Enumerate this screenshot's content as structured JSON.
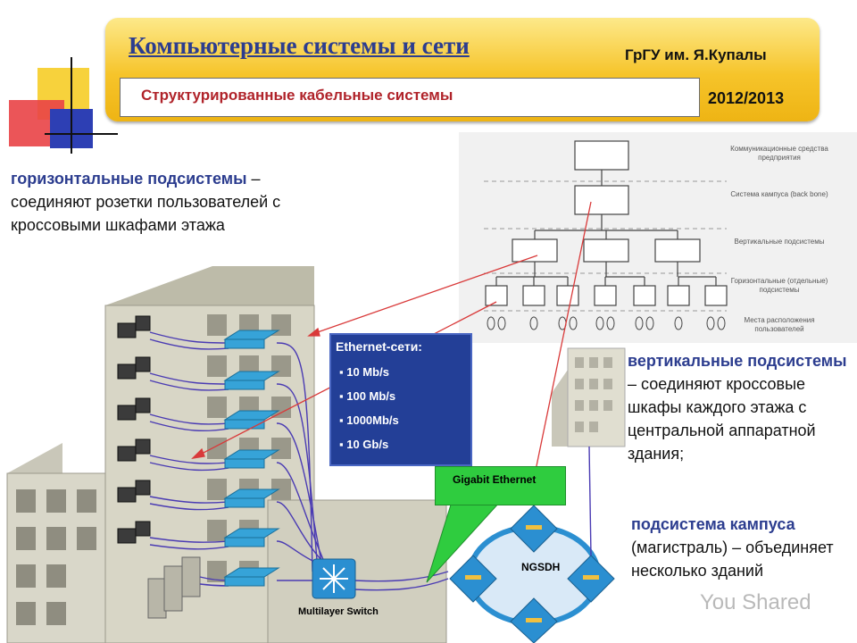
{
  "header": {
    "title": "Компьютерные системы и сети",
    "university": "ГрГУ им. Я.Купалы",
    "subtitle": "Структурированные кабельные системы",
    "year": "2012/2013"
  },
  "horizontal": {
    "term": "горизонтальные подсистемы",
    "desc": " – соединяют розетки пользователей с кроссовыми шкафами этажа"
  },
  "vertical": {
    "term": "вертикальные подсистемы",
    "desc": " – соединяют кроссовые шкафы каждого этажа с центральной аппаратной здания;"
  },
  "campus": {
    "term": "подсистема кампуса",
    "desc": " (магистраль) – объединяет несколько зданий"
  },
  "ethernet": {
    "title": "Ethernet-сети:",
    "items": [
      "10 Mb/s",
      "100 Mb/s",
      "1000Mb/s",
      "10 Gb/s"
    ]
  },
  "gigabit_label": "Gigabit Ethernet",
  "ngsdh_label": "NGSDH",
  "switch_label": "Multilayer Switch",
  "hierarchy_labels": [
    "Коммуникационные средства предприятия",
    "Система кампуса (back bone)",
    "Вертикальные подсистемы",
    "Горизонтальные (отдельные) подсистемы",
    "Места расположения пользователей"
  ],
  "watermark": "You Shared",
  "colors": {
    "header_yellow": "#f6c42a",
    "title_blue": "#2c3d8f",
    "subtitle_red": "#b0232a",
    "ethernet_blue": "#233f97",
    "gigabit_green": "#2fcc3f",
    "arrow_red": "#d93a3a"
  }
}
